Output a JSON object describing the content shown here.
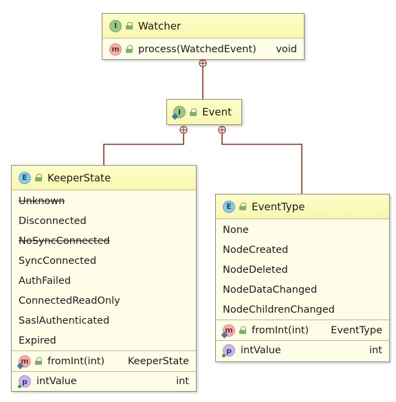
{
  "watcher": {
    "kind_badge": "I",
    "name": "Watcher",
    "method_badge": "m",
    "method": "process(WatchedEvent)",
    "return_type": "void"
  },
  "event": {
    "kind_badge": "I",
    "name": "Event"
  },
  "keeper_state": {
    "kind_badge": "E",
    "name": "KeeperState",
    "constants": [
      {
        "label": "Unknown",
        "deprecated": true
      },
      {
        "label": "Disconnected",
        "deprecated": false
      },
      {
        "label": "NoSyncConnected",
        "deprecated": true
      },
      {
        "label": "SyncConnected",
        "deprecated": false
      },
      {
        "label": "AuthFailed",
        "deprecated": false
      },
      {
        "label": "ConnectedReadOnly",
        "deprecated": false
      },
      {
        "label": "SaslAuthenticated",
        "deprecated": false
      },
      {
        "label": "Expired",
        "deprecated": false
      }
    ],
    "method_badge": "m",
    "method": "fromInt(int)",
    "method_return": "KeeperState",
    "property_badge": "p",
    "property": "intValue",
    "property_type": "int"
  },
  "event_type": {
    "kind_badge": "E",
    "name": "EventType",
    "constants": [
      {
        "label": "None"
      },
      {
        "label": "NodeCreated"
      },
      {
        "label": "NodeDeleted"
      },
      {
        "label": "NodeDataChanged"
      },
      {
        "label": "NodeChildrenChanged"
      }
    ],
    "method_badge": "m",
    "method": "fromInt(int)",
    "method_return": "EventType",
    "property_badge": "p",
    "property": "intValue",
    "property_type": "int"
  },
  "colors": {
    "connector": "#8b2e1a",
    "box_fill": "#fefee8",
    "header_fill": "#f8f8b0"
  }
}
